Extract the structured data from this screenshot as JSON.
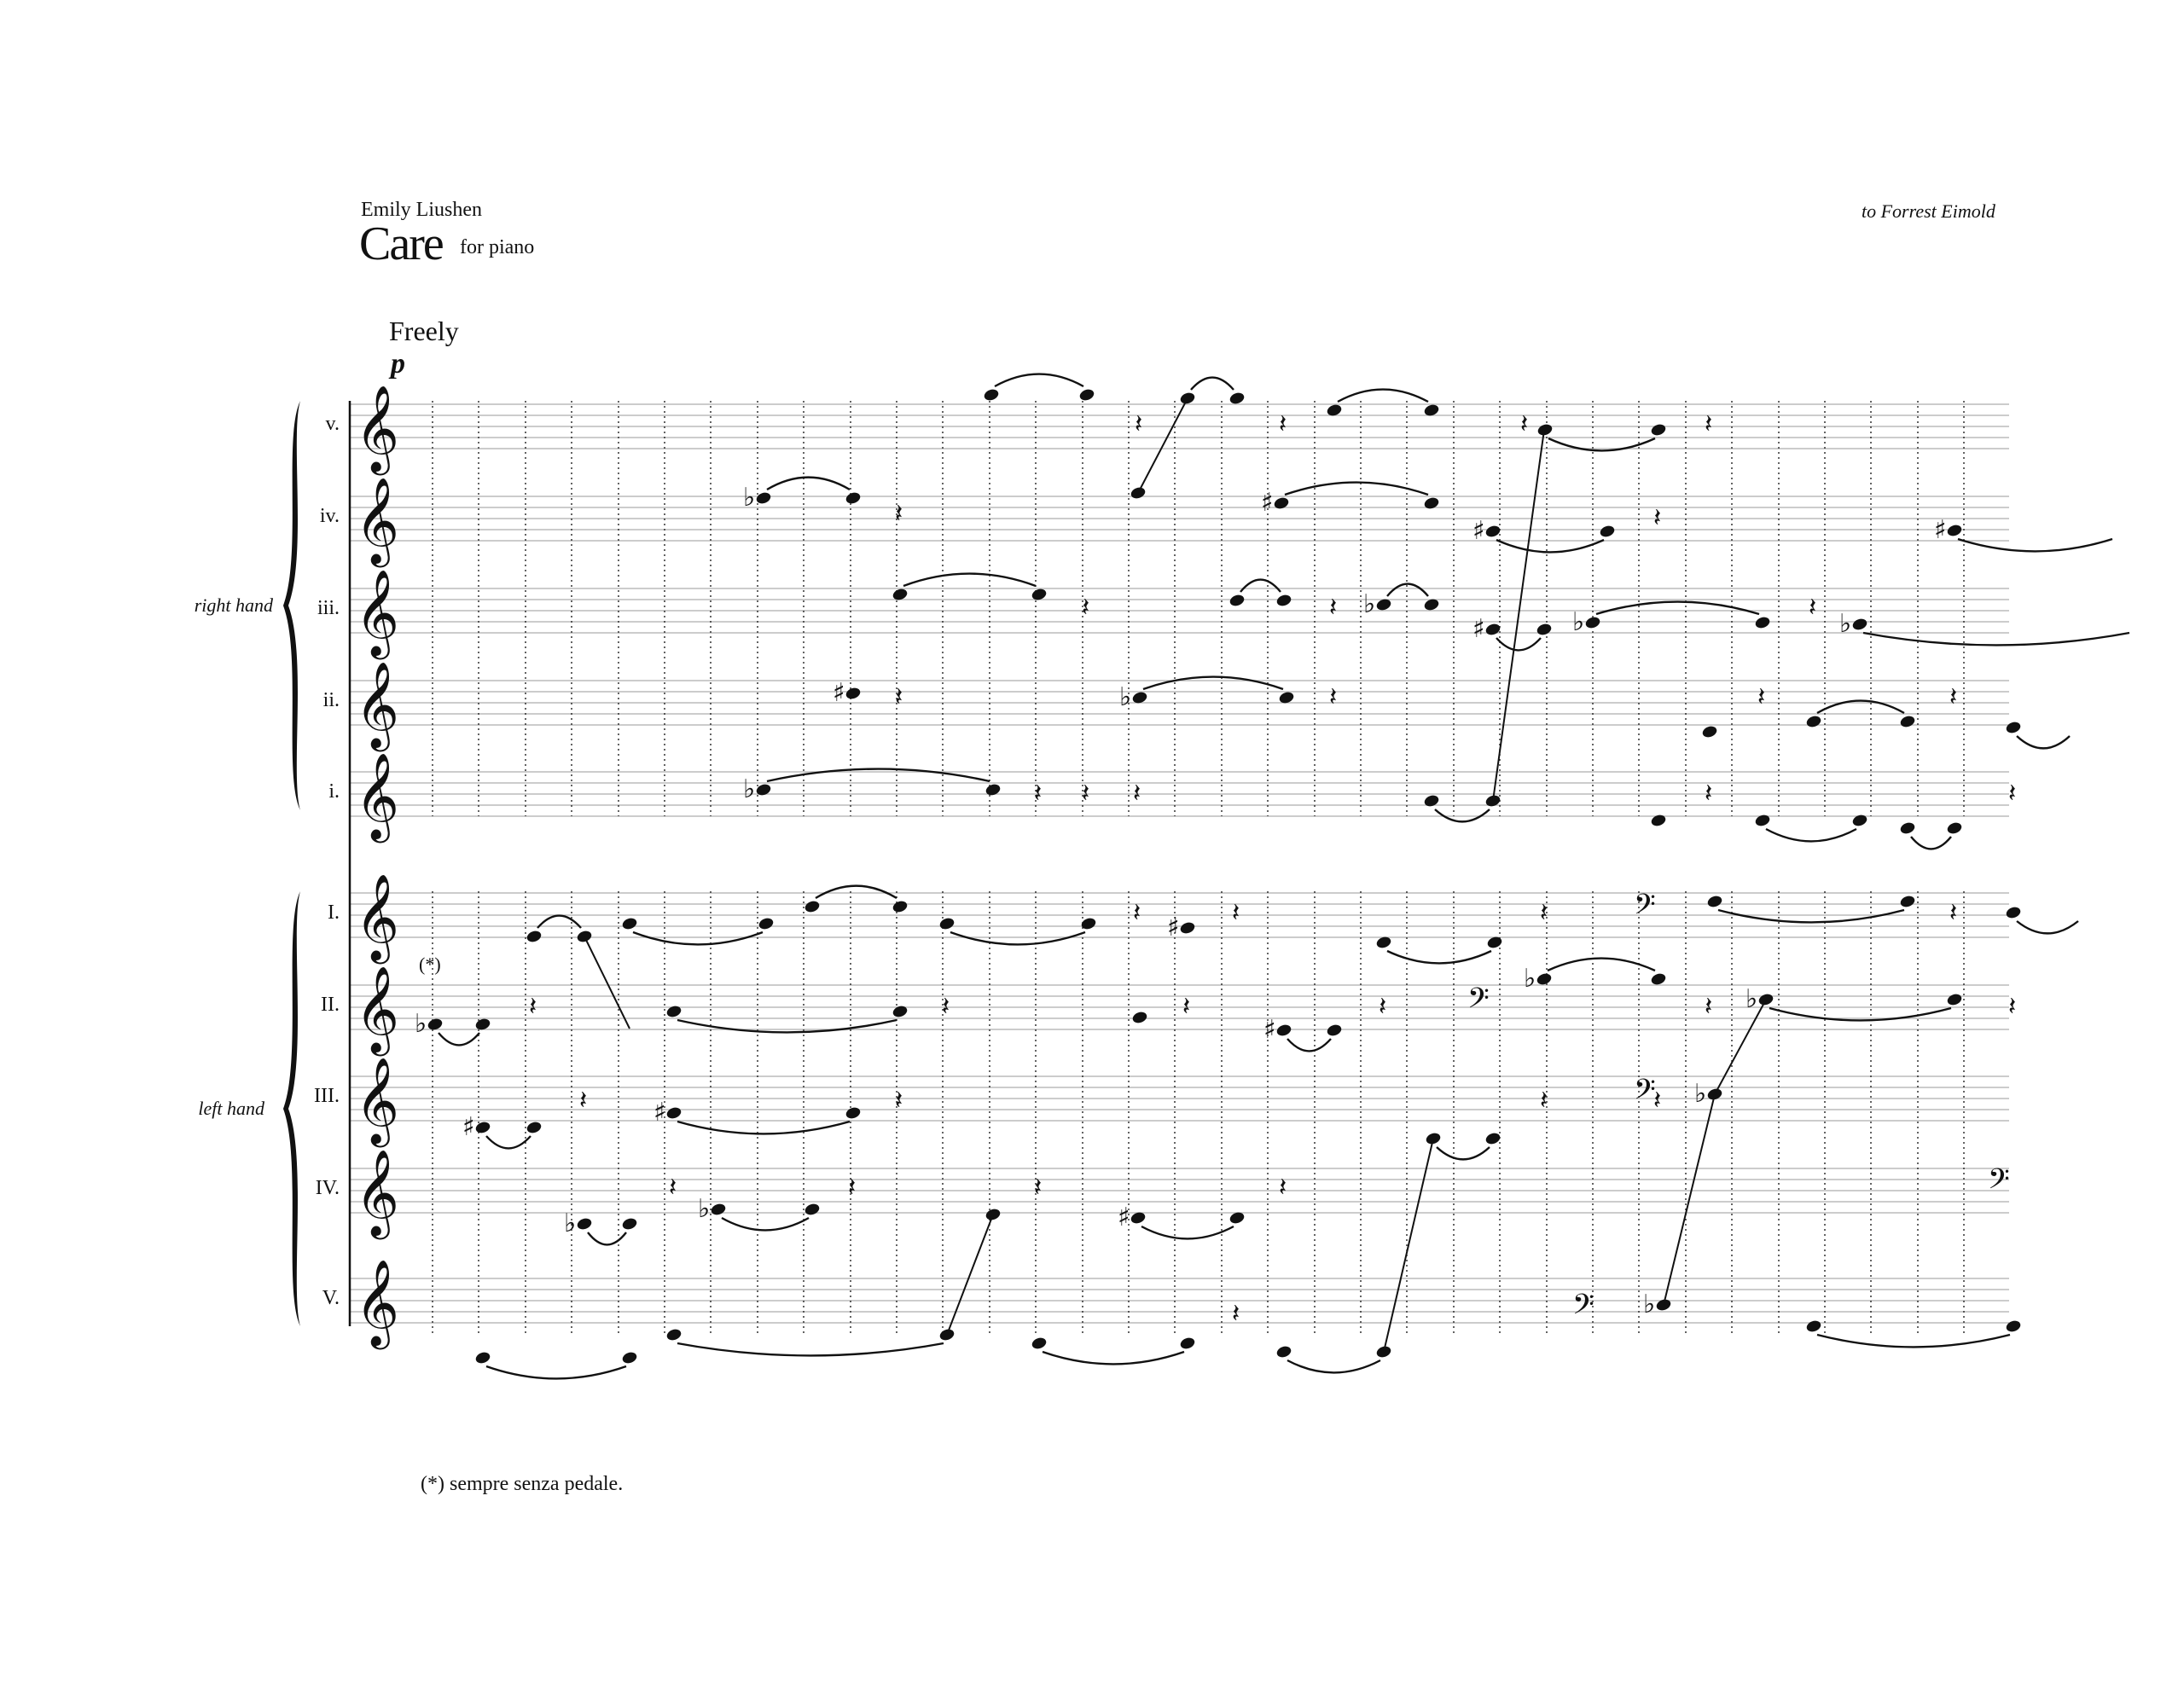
{
  "header": {
    "composer": "Emily Liushen",
    "title": "Care",
    "subtitle": "for piano",
    "dedication": "to Forrest Eimold"
  },
  "tempo": "Freely",
  "dynamic": "p",
  "asterisk_mark": "(*)",
  "footnote": "(*) sempre senza pedale.",
  "groups": {
    "right_hand": "right hand",
    "left_hand": "left hand"
  },
  "staves": {
    "right_hand": [
      "v.",
      "iv.",
      "iii.",
      "ii.",
      "i."
    ],
    "left_hand": [
      "I.",
      "II.",
      "III.",
      "IV.",
      "V."
    ]
  },
  "symbols": {
    "treble_clef": "𝄞",
    "bass_clef": "𝄢",
    "flat": "♭",
    "sharp": "♯",
    "rest": "𝄽"
  }
}
